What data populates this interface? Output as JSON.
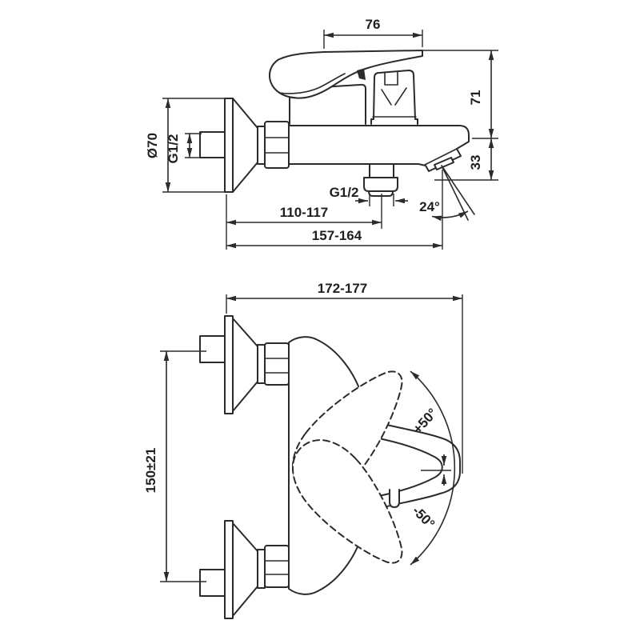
{
  "side_view": {
    "handle_length": "76",
    "handle_height": "71",
    "spout_height": "33",
    "flange_diameter": "Ø70",
    "inlet_thread": "G1/2",
    "outlet_thread": "G1/2",
    "wall_to_outlet": "110-117",
    "wall_to_spout": "157-164",
    "spout_angle": "24°"
  },
  "front_view": {
    "overall_width": "172-177",
    "centers_distance": "150±21",
    "swing_plus": "+50°",
    "swing_minus": "-50°"
  }
}
